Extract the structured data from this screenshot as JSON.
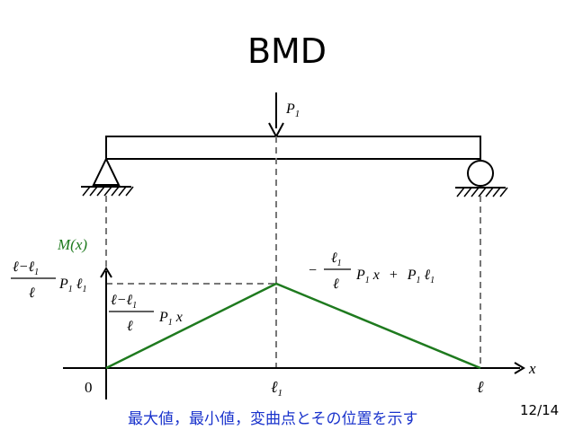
{
  "slide": {
    "title": "BMD",
    "caption": "最大値，最小値，変曲点とその位置を示す",
    "page_number": "12/14"
  },
  "beam": {
    "load_label": "P",
    "load_sub": "1"
  },
  "diagram": {
    "y_axis_label": "M(x)",
    "x_axis_label": "x",
    "origin_label": "0",
    "l1_label": "ℓ",
    "l1_sub": "1",
    "l_label": "ℓ",
    "peak_value": {
      "num": "ℓ−ℓ",
      "num_sub": "1",
      "den": "ℓ",
      "tail": "P",
      "tail_sub": "1",
      "tail2": "ℓ",
      "tail2_sub": "1"
    },
    "left_expr": {
      "num": "ℓ−ℓ",
      "num_sub": "1",
      "den": "ℓ",
      "tail": "P",
      "tail_sub": "1",
      "var": "x"
    },
    "right_expr": {
      "sign": "−",
      "num": "ℓ",
      "num_sub": "1",
      "den": "ℓ",
      "tail": "P",
      "tail_sub": "1",
      "var": "x",
      "plus": "+",
      "term": "P",
      "term_sub": "1",
      "term2": "ℓ",
      "term2_sub": "1"
    }
  },
  "colors": {
    "moment_line": "#1e7a1e",
    "y_axis_label": "#1e7a1e",
    "caption": "#1a33cc"
  }
}
